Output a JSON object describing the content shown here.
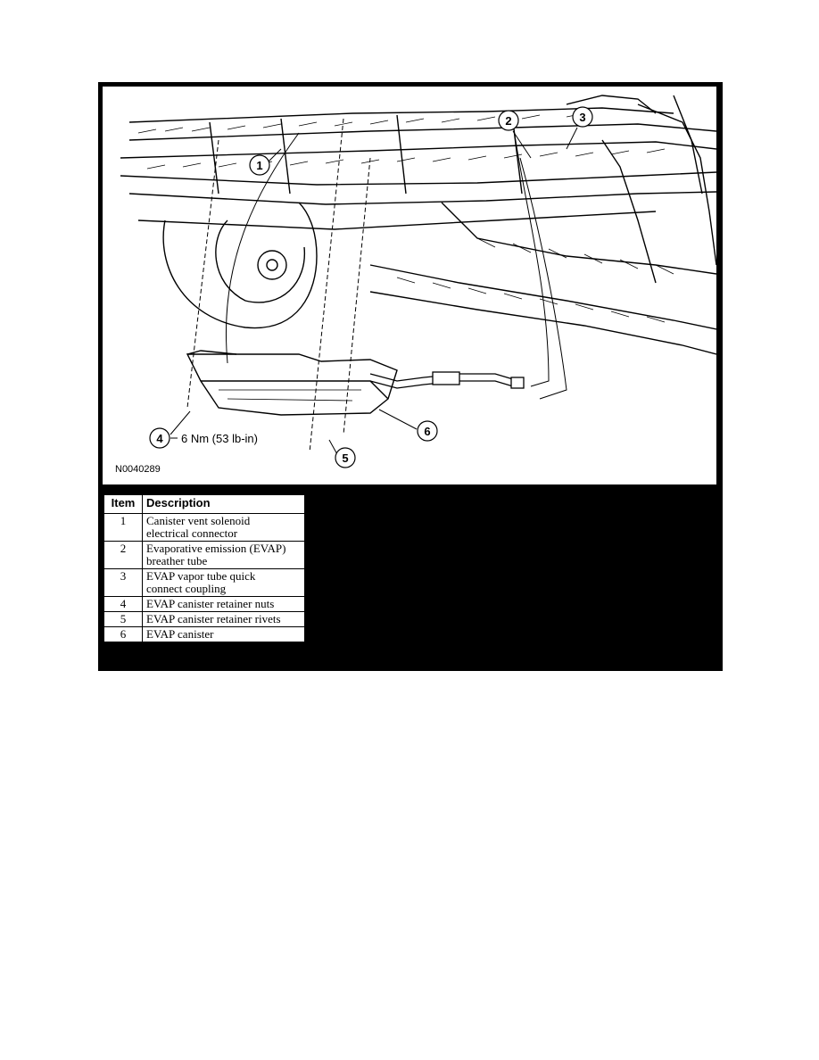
{
  "figure": {
    "figure_id": "N0040289",
    "torque_spec": "6 Nm (53 lb-in)",
    "callouts": [
      "1",
      "2",
      "3",
      "4",
      "5",
      "6"
    ]
  },
  "legend": {
    "headers": {
      "item": "Item",
      "description": "Description"
    },
    "rows": [
      {
        "item": "1",
        "line1": "Canister vent solenoid",
        "line2": "electrical connector"
      },
      {
        "item": "2",
        "line1": "Evaporative emission (EVAP)",
        "line2": "breather tube"
      },
      {
        "item": "3",
        "line1": "EVAP vapor tube quick",
        "line2": "connect coupling"
      },
      {
        "item": "4",
        "line1": "EVAP canister retainer nuts",
        "line2": ""
      },
      {
        "item": "5",
        "line1": "EVAP canister retainer rivets",
        "line2": ""
      },
      {
        "item": "6",
        "line1": "EVAP canister",
        "line2": ""
      }
    ]
  }
}
